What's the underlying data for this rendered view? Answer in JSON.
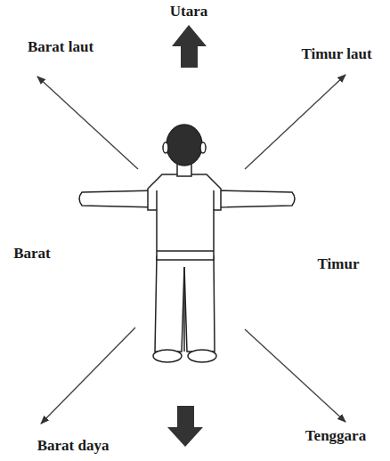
{
  "diagram": {
    "labels": [
      "Utara",
      "Barat laut",
      "Timur laut",
      "Barat",
      "Timur",
      "Barat daya",
      "Tenggara"
    ]
  }
}
